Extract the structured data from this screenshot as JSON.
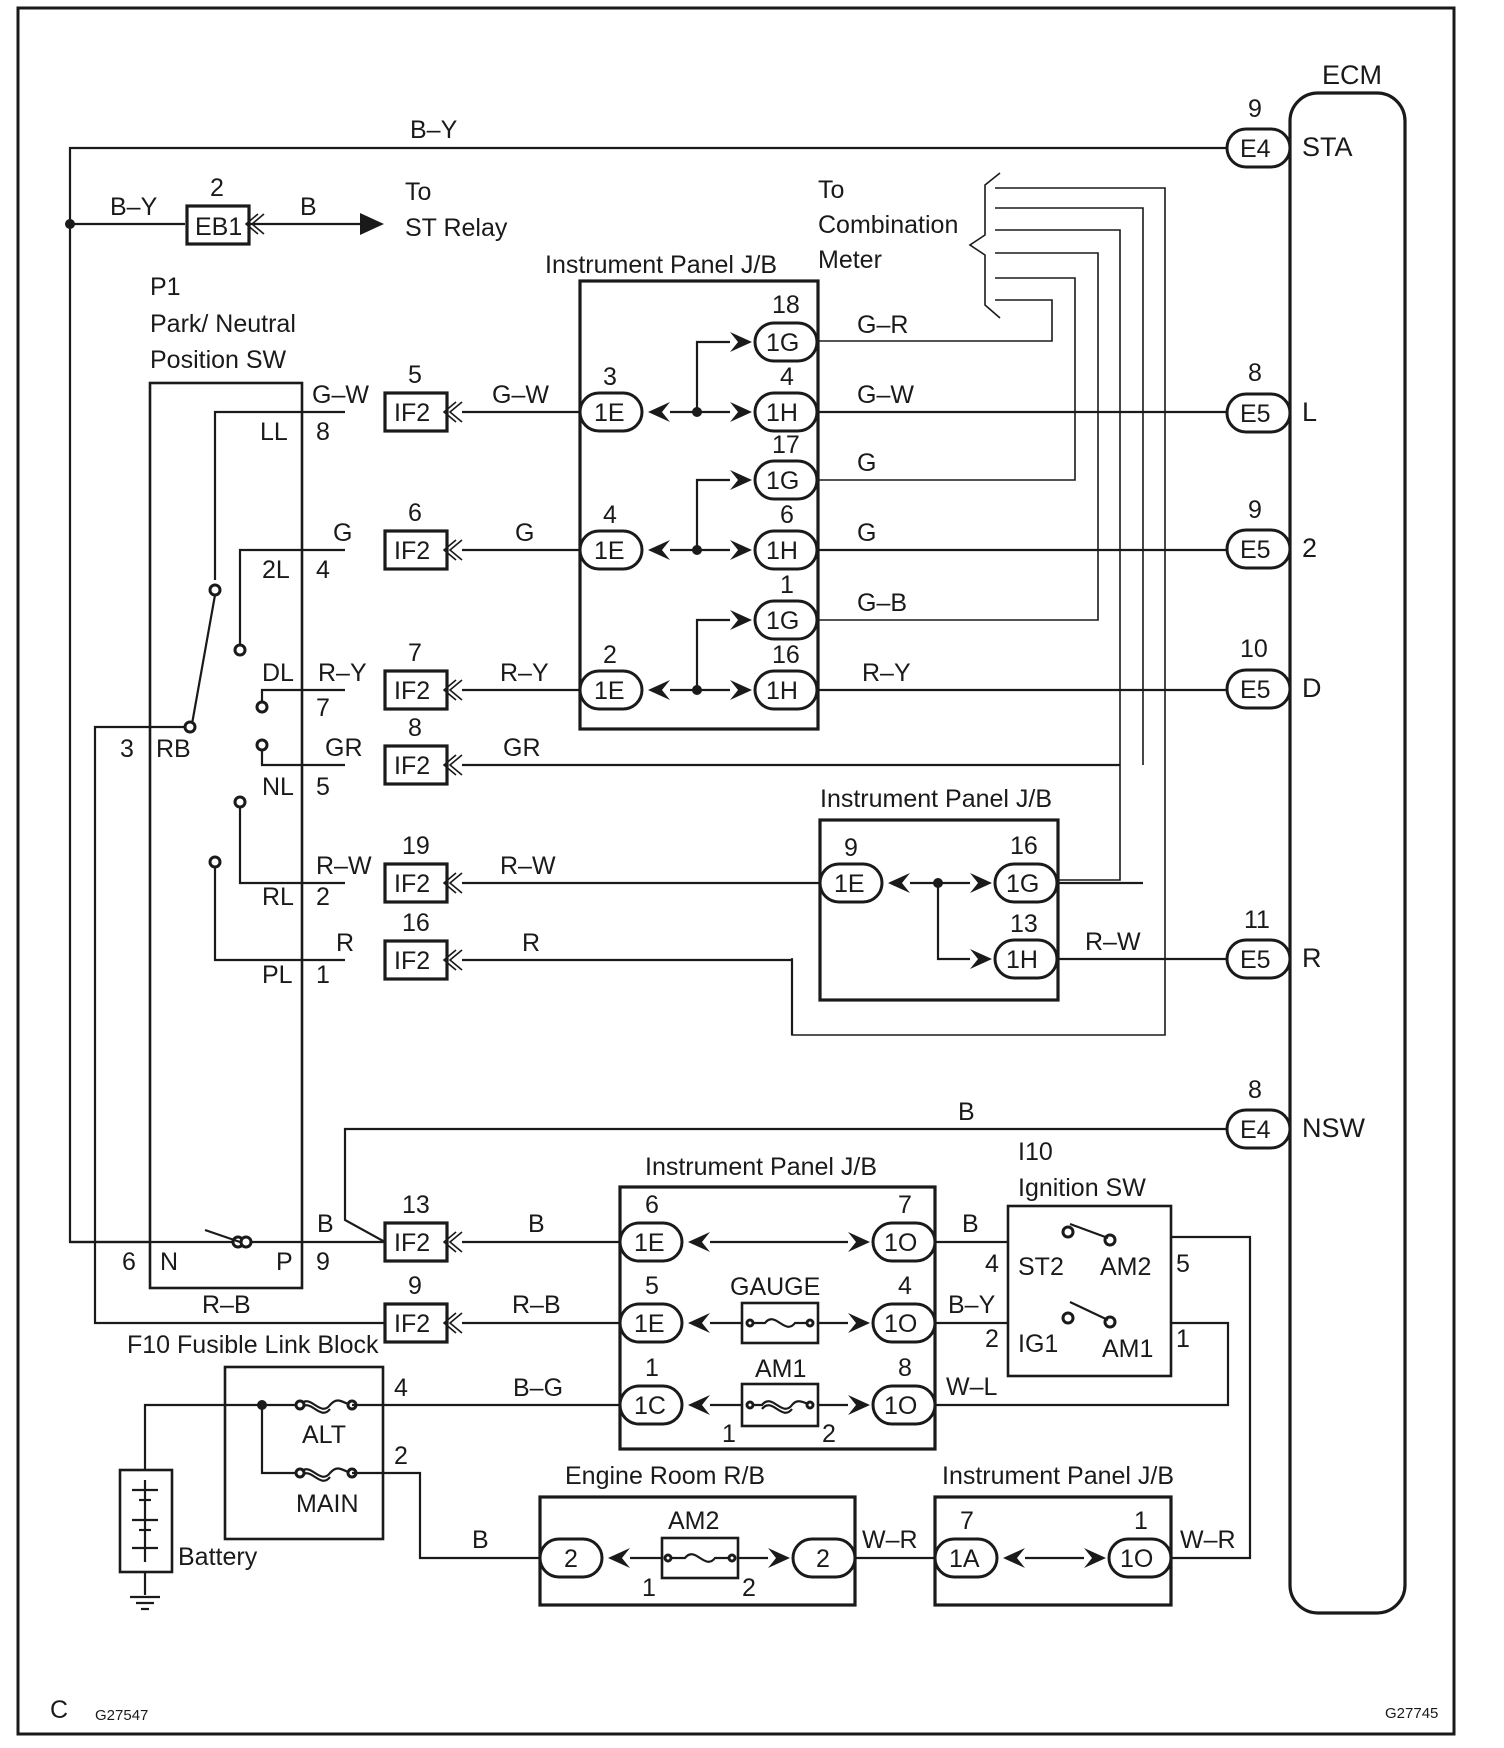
{
  "wire_colors": {
    "by_top": "B–Y",
    "by_left": "B–Y",
    "b_to_st": "B",
    "gw_a": "G–W",
    "gw_b": "G–W",
    "gw_c": "G–W",
    "g_a": "G",
    "g_b": "G",
    "g_c": "G",
    "g_d": "G",
    "gr_a": "G–R",
    "gb_a": "G–B",
    "ry_a": "R–Y",
    "ry_b": "R–Y",
    "ry_c": "R–Y",
    "gr2_a": "GR",
    "gr2_b": "GR",
    "rw_a": "R–W",
    "rw_b": "R–W",
    "rw_c": "R–W",
    "r_a": "R",
    "r_b": "R",
    "b_nsw": "B",
    "b_p": "B",
    "b_ifb": "B",
    "b_10": "B",
    "rb_a": "R–B",
    "rb_b": "R–B",
    "by_gauge": "B–Y",
    "bg_a": "B–G",
    "wl_a": "W–L",
    "b_main": "B",
    "wr_a": "W–R",
    "wr_b": "W–R"
  },
  "labels": {
    "ecm": "ECM",
    "to_st_1": "To",
    "to_st_2": "ST Relay",
    "to_comb_1": "To",
    "to_comb_2": "Combination",
    "to_comb_3": "Meter",
    "p1": "P1",
    "p1_name_1": "Park/ Neutral",
    "p1_name_2": "Position SW",
    "ipjb": "Instrument Panel J/B",
    "ipjb2": "Instrument Panel J/B",
    "ipjb3": "Instrument Panel J/B",
    "ipjb4": "Instrument Panel J/B",
    "i10": "I10",
    "ign_sw": "Ignition SW",
    "f10": "F10 Fusible Link Block",
    "eng_rb": "Engine Room R/B",
    "battery": "Battery",
    "gauge": "GAUGE",
    "am1": "AM1",
    "am2": "AM2",
    "alt": "ALT",
    "main": "MAIN",
    "corner_c": "C",
    "code_left": "G27547",
    "code_right": "G27745"
  },
  "ecm_pins": {
    "sta": "STA",
    "l": "L",
    "two": "2",
    "d": "D",
    "r": "R",
    "nsw": "NSW",
    "e4": "E4",
    "e5": "E5",
    "n9a": "9",
    "n8a": "8",
    "n9b": "9",
    "n10": "10",
    "n11": "11",
    "n8b": "8"
  },
  "switch_positions": {
    "ll": "LL",
    "two_l": "2L",
    "dl": "DL",
    "nl": "NL",
    "rl": "RL",
    "pl": "PL",
    "rb": "RB",
    "n": "N",
    "p": "P",
    "p8": "8",
    "p4": "4",
    "p7": "7",
    "p5": "5",
    "p2": "2",
    "p1": "1",
    "p3": "3",
    "p6": "6",
    "p9": "9"
  },
  "connectors": {
    "eb1": "EB1",
    "eb1_num": "2",
    "if2": "IF2",
    "if2_nums": [
      "5",
      "6",
      "7",
      "8",
      "19",
      "16",
      "13",
      "9"
    ],
    "e1": "1E",
    "g1": "1G",
    "h1": "1H",
    "o1": "1O",
    "c1": "1C",
    "a1": "1A",
    "jb1_left_nums": [
      "3",
      "4",
      "2"
    ],
    "jb1_right_nums": [
      "18",
      "4",
      "17",
      "6",
      "1",
      "16"
    ],
    "jb2_nums": [
      "9",
      "16",
      "13"
    ],
    "jb3_left_nums": [
      "6",
      "5",
      "1"
    ],
    "jb3_right_nums": [
      "7",
      "4",
      "8"
    ],
    "am1_pins": [
      "1",
      "2"
    ],
    "ign": {
      "st2": "ST2",
      "am2": "AM2",
      "ig1": "IG1",
      "am1": "AM1",
      "n4": "4",
      "n5": "5",
      "n2": "2",
      "n1": "1"
    },
    "f10_nums": [
      "4",
      "2"
    ],
    "rb_num": "2",
    "rb_pins": [
      "1",
      "2"
    ],
    "jb4_nums": [
      "7",
      "1"
    ]
  }
}
